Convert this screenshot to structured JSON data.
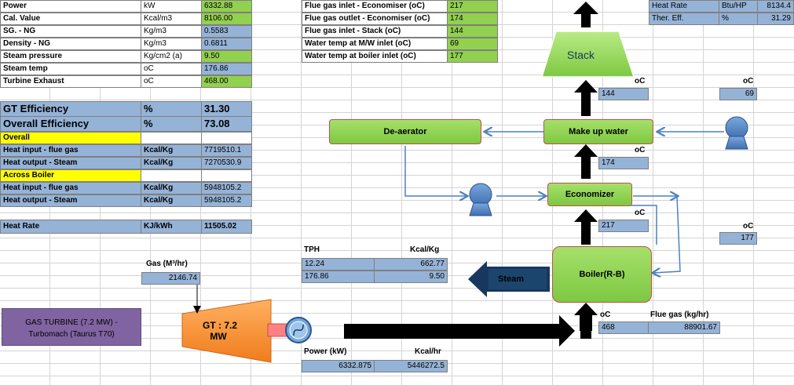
{
  "params": [
    {
      "name": "Power",
      "unit": "kW",
      "value": "6332.88"
    },
    {
      "name": "Cal. Value",
      "unit": "Kcal/m3",
      "value": "8106.00"
    },
    {
      "name": "SG. - NG",
      "unit": "Kg/m3",
      "value": "0.5583"
    },
    {
      "name": "Density - NG",
      "unit": "Kg/m3",
      "value": "0.6811"
    },
    {
      "name": "Steam pressure",
      "unit": "Kg/cm2 (a)",
      "value": "9.50"
    },
    {
      "name": "Steam temp",
      "unit": "oC",
      "value": "176.86"
    },
    {
      "name": "Turbine Exhaust",
      "unit": "oC",
      "value": "468.00"
    }
  ],
  "gt_eff": {
    "label": "GT Efficiency",
    "unit": "%",
    "value": "31.30"
  },
  "overall_eff": {
    "label": "Overall Efficiency",
    "unit": "%",
    "value": "73.08"
  },
  "overall": {
    "heading": "Overall",
    "rows": [
      {
        "name": "Heat input - flue gas",
        "unit": "Kcal/Kg",
        "value": "7719510.1"
      },
      {
        "name": "Heat output - Steam",
        "unit": "Kcal/Kg",
        "value": "7270530.9"
      }
    ]
  },
  "boiler_sec": {
    "heading": "Across Boiler",
    "rows": [
      {
        "name": "Heat input - flue gas",
        "unit": "Kcal/Kg",
        "value": "5948105.2"
      },
      {
        "name": "Heat output - Steam",
        "unit": "Kcal/Kg",
        "value": "5948105.2"
      }
    ]
  },
  "heat_rate_row": {
    "label": "Heat Rate",
    "unit": "KJ/kWh",
    "value": "11505.02"
  },
  "temps": [
    {
      "name": "Flue gas inlet - Economiser (oC)",
      "value": "217"
    },
    {
      "name": "Flue gas outlet - Economiser (oC)",
      "value": "174"
    },
    {
      "name": "Flue gas inlet - Stack (oC)",
      "value": "144"
    },
    {
      "name": "Water temp at M/W inlet (oC)",
      "value": "69"
    },
    {
      "name": "Water temp at boiler inlet (oC)",
      "value": "177"
    }
  ],
  "topright": [
    {
      "name": "Heat Rate",
      "unit": "Btu/HP",
      "value": "8134.4"
    },
    {
      "name": "Ther. Eff.",
      "unit": "%",
      "value": "31.29"
    }
  ],
  "diagram": {
    "stack": "Stack",
    "deaerator": "De-aerator",
    "makeup": "Make up water",
    "economizer": "Economizer",
    "boiler": "Boiler(R-B)",
    "steam": "Steam",
    "gt_line1": "GT : 7.2",
    "gt_line2": "MW",
    "gas_turbine_line1": "GAS TURBINE (7.2 MW) -",
    "gas_turbine_line2": "Turbomach (Taurus T70)",
    "gas_label": "Gas (M³/hr)",
    "gas_value": "2146.74",
    "unit_oc": "oC",
    "t_stack": "144",
    "t_mw": "69",
    "t_econ_out": "174",
    "t_econ_in": "217",
    "t_boiler_in": "177",
    "t_exhaust": "468",
    "flue_gas_label": "Flue gas (kg/hr)",
    "flue_gas_value": "88901.67",
    "steam_table": {
      "h1": "TPH",
      "h2": "Kcal/Kg",
      "r1c1": "12.24",
      "r1c2": "662.77",
      "r2c1": "176.86",
      "r2c2": "9.50"
    },
    "power_table": {
      "h1": "Power (kW)",
      "h2": "Kcal/hr",
      "v1": "6332.875",
      "v2": "5446272.5"
    }
  }
}
